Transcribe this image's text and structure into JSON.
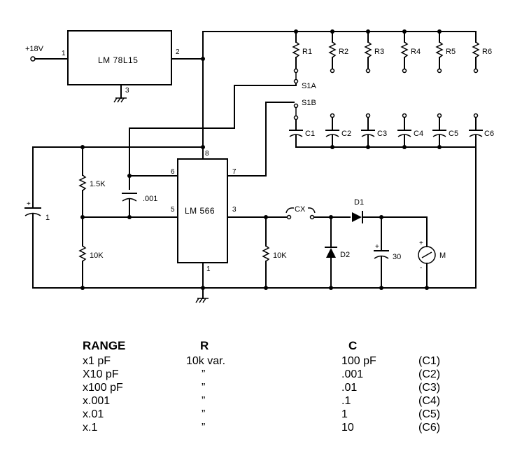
{
  "schematic": {
    "supply_label": "+18V",
    "regulator": {
      "name": "LM 78L15",
      "pin_in": "1",
      "pin_out": "2",
      "pin_gnd": "3"
    },
    "ic": {
      "name": "LM 566",
      "pins": {
        "p1": "1",
        "p3": "3",
        "p5": "5",
        "p6": "6",
        "p7": "7",
        "p8": "8"
      }
    },
    "resistors": [
      "R1",
      "R2",
      "R3",
      "R4",
      "R5",
      "R6"
    ],
    "capacitors": [
      "C1",
      "C2",
      "C3",
      "C4",
      "C5",
      "C6"
    ],
    "switch_a": "S1A",
    "switch_b": "S1B",
    "left_resistor_top": "1.5K",
    "left_resistor_bottom": "10K",
    "timing_cap": ".001",
    "filter_cap": "1",
    "output_resistor": "10K",
    "test_cap": "CX",
    "diode_1": "D1",
    "diode_2": "D2",
    "meter_cap": "30",
    "meter": "M",
    "meter_plus": "+",
    "meter_minus": "-",
    "cap_plus": "+"
  },
  "table": {
    "headers": [
      "RANGE",
      "R",
      "C",
      ""
    ],
    "rows": [
      [
        "x1 pF",
        "10k var.",
        "100 pF",
        "(C1)"
      ],
      [
        "X10 pF",
        "”",
        ".001",
        "(C2)"
      ],
      [
        "x100 pF",
        "”",
        ".01",
        "(C3)"
      ],
      [
        "x.001",
        "”",
        ".1",
        "(C4)"
      ],
      [
        "x.01",
        "”",
        "1",
        "(C5)"
      ],
      [
        "x.1",
        "”",
        "10",
        "(C6)"
      ]
    ]
  }
}
